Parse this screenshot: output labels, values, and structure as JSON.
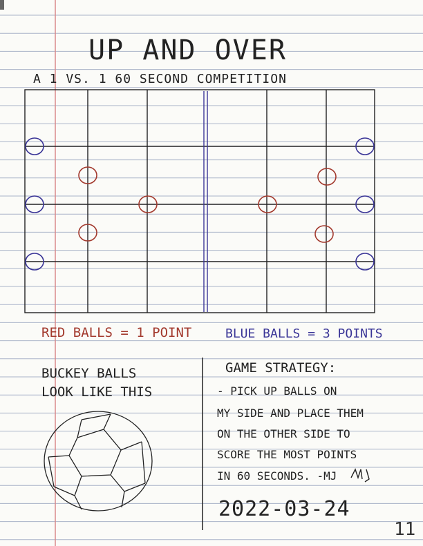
{
  "title": "Up And Over",
  "subtitle": "A 1 vs. 1 60 second competition",
  "field": {
    "ball_colors": {
      "red": "#a33a2e",
      "blue": "#3a3597"
    },
    "blue_balls_count": 6,
    "red_balls_count": 6
  },
  "legend": {
    "red_points": "Red balls = 1 point",
    "blue_points": "Blue balls = 3 points"
  },
  "bucky": {
    "line1": "Buckey balls",
    "line2": "look like this"
  },
  "strategy": {
    "heading": "Game strategy:",
    "lines": [
      "- Pick up balls on",
      "my side and place them",
      "on the other side to",
      "score the most points",
      "in 60 seconds. -MJ"
    ]
  },
  "date": "2022-03-24",
  "page_number": "11",
  "colors": {
    "ink": "#222222",
    "rule": "#a9b3c9",
    "margin": "#d98a8a"
  }
}
